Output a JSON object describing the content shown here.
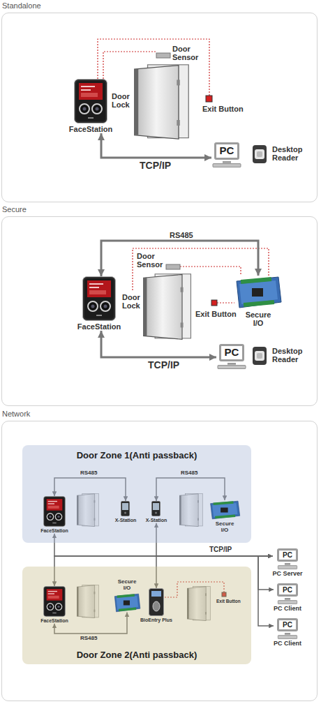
{
  "diagram": {
    "nodes": [
      {
        "text": [
          "Standalone"
        ]
      },
      {
        "text": [
          "FaceStation"
        ],
        "in": 0
      },
      {
        "text": [
          "PC"
        ],
        "in": 0
      },
      {
        "text": [
          "Desktop Reader"
        ],
        "in": 0
      },
      {
        "text": [
          "Secure"
        ]
      },
      {
        "text": [
          "FaceStation"
        ],
        "in": 4
      },
      {
        "text": [
          "Secure I/O"
        ],
        "in": 4
      },
      {
        "text": [
          "PC"
        ],
        "in": 4
      },
      {
        "text": [
          "Desktop Reader"
        ],
        "in": 4
      },
      {
        "text": [
          "Network"
        ]
      },
      {
        "text": [
          "Door Zone 1(Anti passback)"
        ],
        "in": 9
      },
      {
        "text": [
          "FaceStation"
        ],
        "in": 10
      },
      {
        "text": [
          "X-Station"
        ],
        "in": 10
      },
      {
        "text": [
          "X-Station"
        ],
        "in": 10
      },
      {
        "text": [
          "Secure I/O"
        ],
        "in": 10
      },
      {
        "text": [
          "Door Zone 2(Anti passback)"
        ],
        "in": 9
      },
      {
        "text": [
          "FaceStation"
        ],
        "in": 15
      },
      {
        "text": [
          "Secure I/O"
        ],
        "in": 15
      },
      {
        "text": [
          "BioEntry Plus"
        ],
        "in": 15
      },
      {
        "text": [
          "PC",
          "PC Server"
        ],
        "in": 9
      },
      {
        "text": [
          "PC",
          "PC Client"
        ],
        "in": 9
      },
      {
        "text": [
          "PC",
          "PC Client"
        ],
        "in": 9
      }
    ],
    "edges": [
      {
        "from": 1,
        "to": 2,
        "arrow": "both",
        "label": "TCP/IP"
      },
      {
        "from": 6,
        "to": 5,
        "arrow": "both",
        "label": "RS485"
      },
      {
        "from": 5,
        "to": 7,
        "arrow": "both",
        "label": "TCP/IP"
      },
      {
        "from": 11,
        "to": 12,
        "arrow": "both",
        "label": "RS485"
      },
      {
        "from": 13,
        "to": 14,
        "arrow": "both",
        "label": "RS485"
      },
      {
        "from": 16,
        "to": 17,
        "arrow": "both",
        "label": "RS485"
      },
      {
        "from": 11,
        "to": 19,
        "arrow": "both",
        "label": "TCP/IP"
      },
      {
        "from": 16,
        "to": 19,
        "arrow": "both"
      },
      {
        "from": 13,
        "to": 19,
        "arrow": "both"
      },
      {
        "from": 18,
        "to": 19,
        "arrow": "both"
      },
      {
        "from": 19,
        "to": 20,
        "arrow": "to"
      },
      {
        "from": 19,
        "to": 21,
        "arrow": "to"
      }
    ],
    "labels": [
      "Door Sensor",
      "Door Lock",
      "Exit Button",
      "Door Sensor",
      "Door Lock",
      "Exit Button",
      "Exit Button"
    ]
  }
}
